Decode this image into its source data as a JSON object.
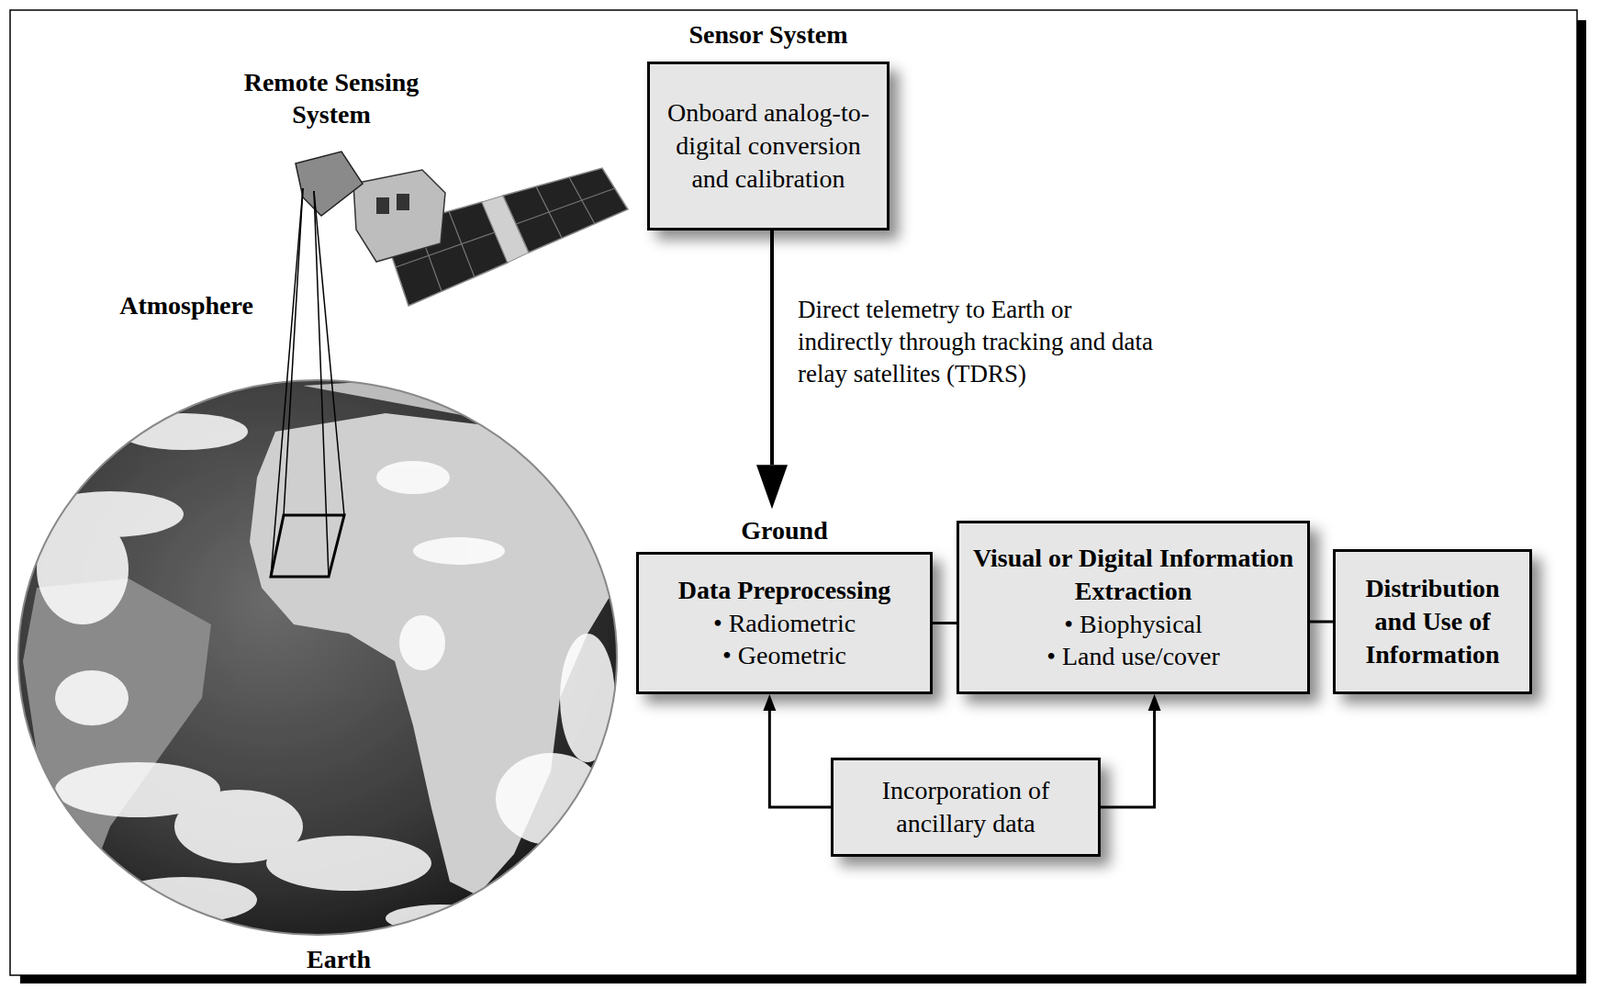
{
  "diagram": {
    "nodes": [
      {
        "text": [
          "Sensor System",
          "Onboard analog-to-digital conversion and calibration"
        ]
      },
      {
        "text": [
          "Ground",
          "Data Preprocessing",
          "• Radiometric",
          "• Geometric"
        ]
      },
      {
        "text": [
          "Visual or Digital Information Extraction",
          "• Biophysical",
          "• Land use/cover"
        ]
      },
      {
        "text": [
          "Distribution and Use of Information"
        ]
      },
      {
        "text": [
          "Incorporation of ancillary data"
        ]
      }
    ],
    "edges": [
      {
        "from": 0,
        "to": 1,
        "arrow": "to",
        "label": "Direct telemetry to Earth or indirectly through tracking and data relay satellites (TDRS)"
      },
      {
        "from": 1,
        "to": 2,
        "arrow": "none"
      },
      {
        "from": 2,
        "to": 3,
        "arrow": "none"
      },
      {
        "from": 4,
        "to": 1,
        "arrow": "to"
      },
      {
        "from": 4,
        "to": 2,
        "arrow": "to"
      }
    ],
    "labels": [
      "Remote Sensing System",
      "Atmosphere",
      "Earth"
    ]
  }
}
